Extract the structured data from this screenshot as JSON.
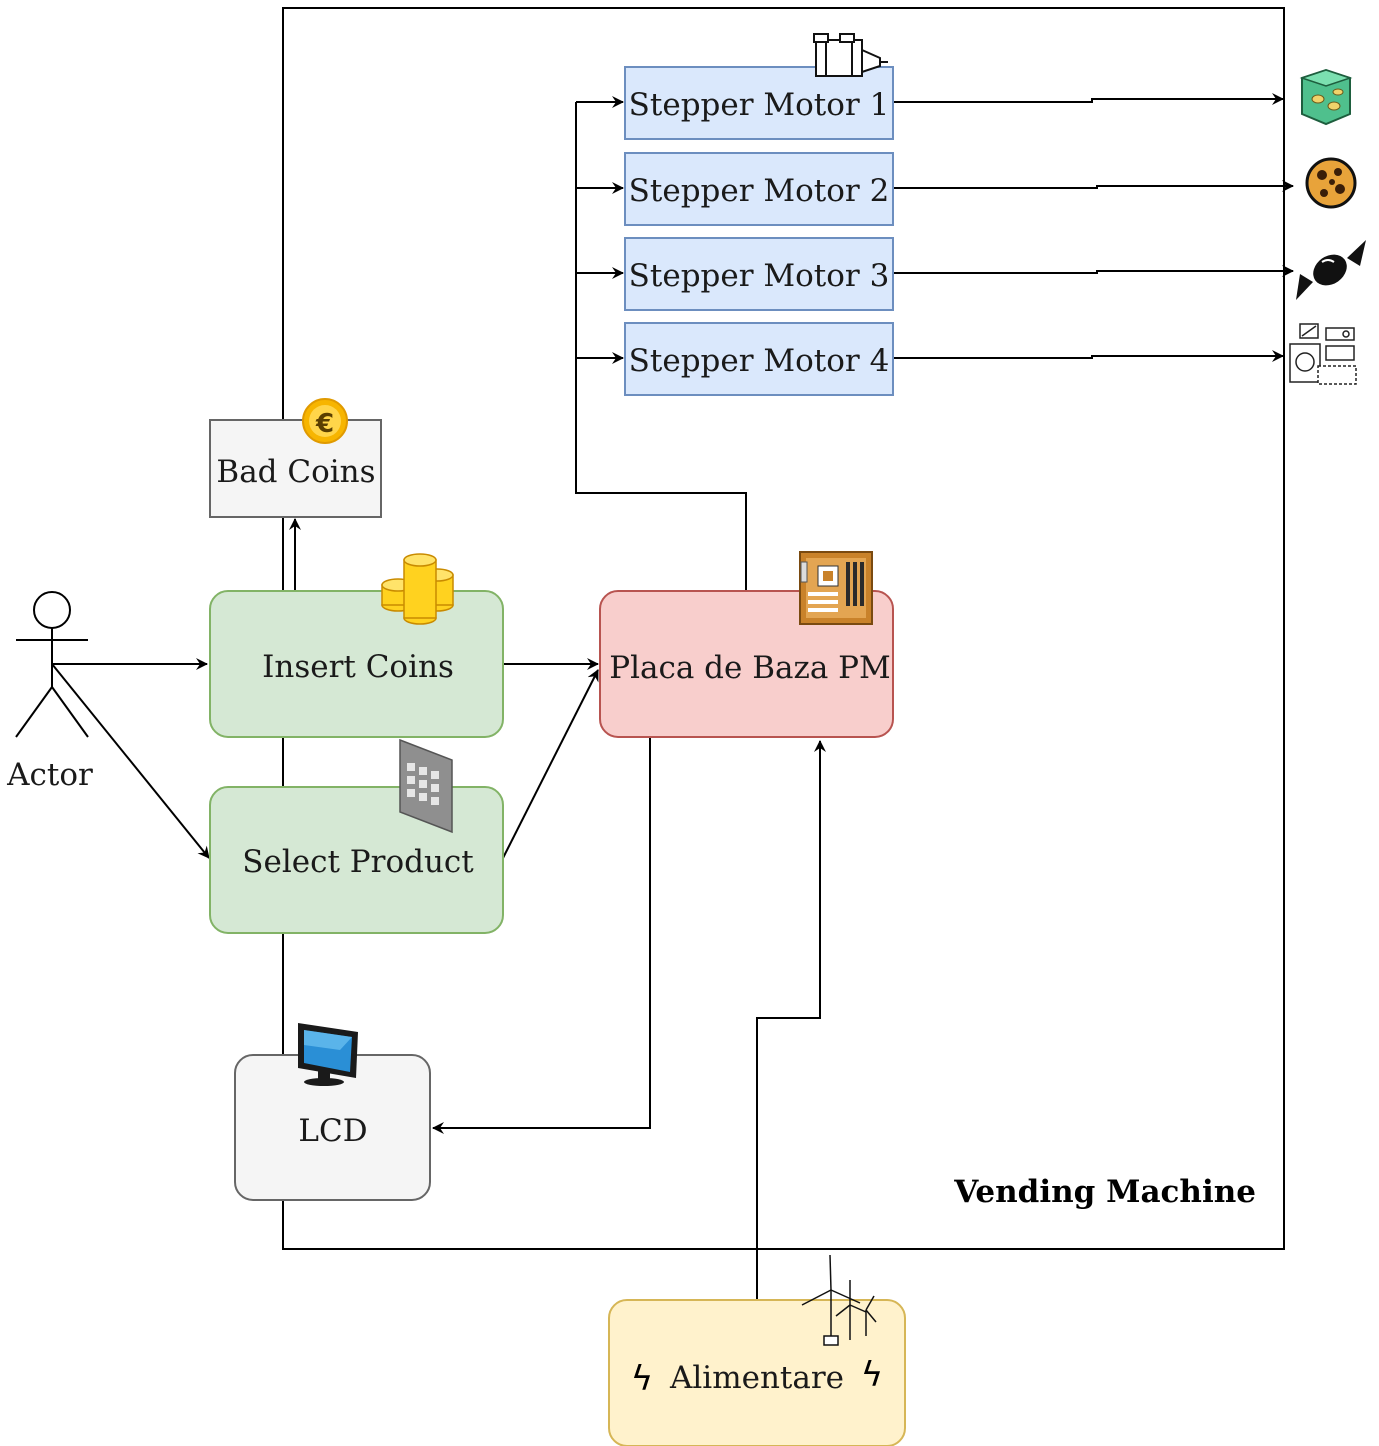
{
  "diagram": {
    "container_label": "Vending Machine",
    "actor_label": "Actor",
    "nodes": {
      "bad_coins": "Bad Coins",
      "insert_coins": "Insert Coins",
      "select_product": "Select Product",
      "placa": "Placa de Baza PM",
      "lcd": "LCD",
      "alimentare": "Alimentare",
      "stepper_1": "Stepper Motor 1",
      "stepper_2": "Stepper Motor 2",
      "stepper_3": "Stepper Motor 3",
      "stepper_4": "Stepper Motor 4"
    },
    "icons": {
      "coin": "€",
      "bolt": "ϟ"
    }
  },
  "colors": {
    "green_fill": "#d5e8d4",
    "green_stroke": "#82b366",
    "red_fill": "#f8cecc",
    "red_stroke": "#b85450",
    "blue_fill": "#dae8fc",
    "blue_stroke": "#6c8ebf",
    "yellow_fill": "#fff2cc",
    "yellow_stroke": "#d6b656",
    "gray_fill": "#f5f5f5",
    "gray_stroke": "#666666"
  }
}
